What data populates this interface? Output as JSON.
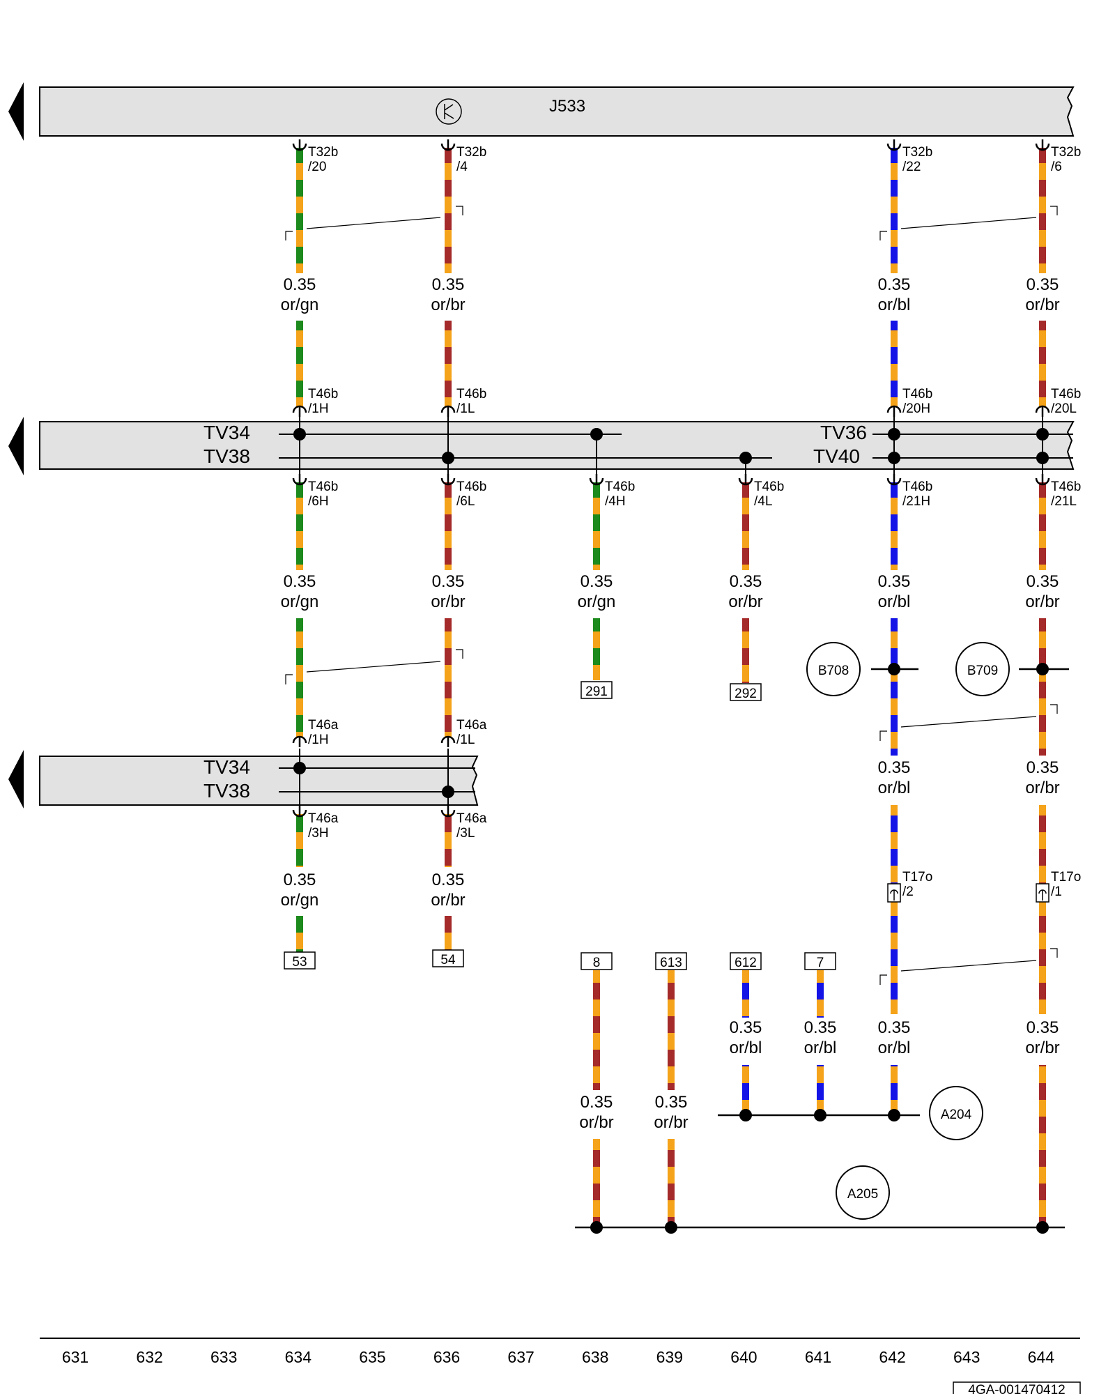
{
  "colors": {
    "orange": "#f5a31a",
    "green": "#1c8a1c",
    "brown": "#a52a2a",
    "blue": "#1414e6",
    "bus_fill": "#e2e2e2"
  },
  "control_unit": "J533",
  "buses": [
    {
      "lines": [
        "TV34",
        "TV38"
      ],
      "right": [
        "TV36",
        "TV40"
      ]
    },
    {
      "lines": [
        "TV34",
        "TV38"
      ]
    }
  ],
  "wires": [
    {
      "col": "634",
      "segments": [
        {
          "top": "T32b",
          "top2": "/20",
          "gauge": "0.35",
          "color": "or/gn",
          "stripe": "green"
        },
        {
          "top": "T46b",
          "top2": "/1H"
        },
        {
          "top": "T46b",
          "top2": "/6H",
          "gauge": "0.35",
          "color": "or/gn",
          "stripe": "green"
        },
        {
          "top": "T46a",
          "top2": "/1H"
        },
        {
          "top": "T46a",
          "top2": "/3H",
          "gauge": "0.35",
          "color": "or/gn",
          "stripe": "green",
          "ref": "53"
        }
      ]
    },
    {
      "col": "636",
      "segments": [
        {
          "top": "T32b",
          "top2": "/4",
          "gauge": "0.35",
          "color": "or/br",
          "stripe": "brown"
        },
        {
          "top": "T46b",
          "top2": "/1L"
        },
        {
          "top": "T46b",
          "top2": "/6L",
          "gauge": "0.35",
          "color": "or/br",
          "stripe": "brown"
        },
        {
          "top": "T46a",
          "top2": "/1L"
        },
        {
          "top": "T46a",
          "top2": "/3L",
          "gauge": "0.35",
          "color": "or/br",
          "stripe": "brown",
          "ref": "54"
        }
      ]
    },
    {
      "col": "638",
      "segments": [
        {
          "top": "T46b",
          "top2": "/4H",
          "gauge": "0.35",
          "color": "or/gn",
          "stripe": "green",
          "ref": "291"
        },
        {
          "ref_top": "8",
          "gauge": "0.35",
          "color": "or/br",
          "stripe": "brown"
        }
      ]
    },
    {
      "col": "639",
      "segments": [
        {
          "ref_top": "613",
          "gauge": "0.35",
          "color": "or/br",
          "stripe": "brown"
        }
      ]
    },
    {
      "col": "640",
      "segments": [
        {
          "top": "T46b",
          "top2": "/4L",
          "gauge": "0.35",
          "color": "or/br",
          "stripe": "brown",
          "ref": "292"
        },
        {
          "ref_top": "612",
          "gauge": "0.35",
          "color": "or/bl",
          "stripe": "blue"
        }
      ]
    },
    {
      "col": "641",
      "segments": [
        {
          "ref_top": "7",
          "gauge": "0.35",
          "color": "or/bl",
          "stripe": "blue"
        }
      ]
    },
    {
      "col": "642",
      "segments": [
        {
          "top": "T32b",
          "top2": "/22",
          "gauge": "0.35",
          "color": "or/bl",
          "stripe": "blue"
        },
        {
          "top": "T46b",
          "top2": "/20H"
        },
        {
          "top": "T46b",
          "top2": "/21H",
          "gauge": "0.35",
          "color": "or/bl",
          "stripe": "blue"
        },
        {
          "splice": "B708",
          "gauge": "0.35",
          "color": "or/bl",
          "stripe": "blue"
        },
        {
          "top": "T17o",
          "top2": "/2",
          "gauge": "0.35",
          "color": "or/bl",
          "stripe": "blue"
        }
      ]
    },
    {
      "col": "644",
      "segments": [
        {
          "top": "T32b",
          "top2": "/6",
          "gauge": "0.35",
          "color": "or/br",
          "stripe": "brown"
        },
        {
          "top": "T46b",
          "top2": "/20L"
        },
        {
          "top": "T46b",
          "top2": "/21L",
          "gauge": "0.35",
          "color": "or/br",
          "stripe": "brown"
        },
        {
          "splice": "B709",
          "gauge": "0.35",
          "color": "or/br",
          "stripe": "brown"
        },
        {
          "top": "T17o",
          "top2": "/1",
          "gauge": "0.35",
          "color": "or/br",
          "stripe": "brown"
        }
      ]
    }
  ],
  "splices": [
    "B708",
    "B709",
    "A204",
    "A205"
  ],
  "columns": [
    "631",
    "632",
    "633",
    "634",
    "635",
    "636",
    "637",
    "638",
    "639",
    "640",
    "641",
    "642",
    "643",
    "644"
  ],
  "doc_id": "4GA-001470412"
}
